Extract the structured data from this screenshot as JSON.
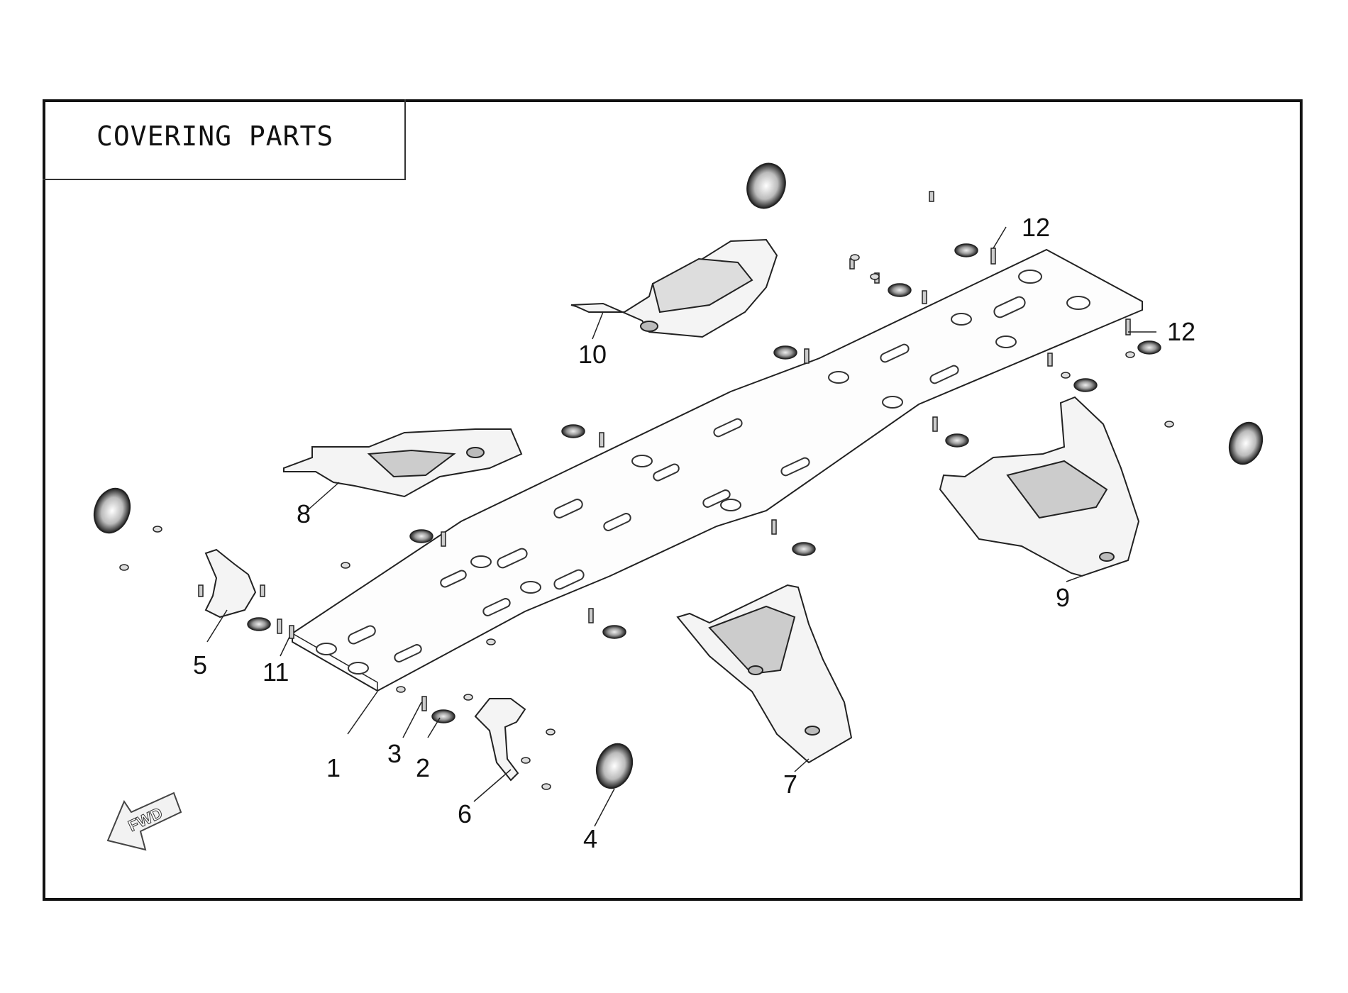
{
  "title": "COVERING PARTS",
  "direction_label": "FWD",
  "callouts": {
    "c1": "1",
    "c2": "2",
    "c3": "3",
    "c4": "4",
    "c5": "5",
    "c6": "6",
    "c7": "7",
    "c8": "8",
    "c9": "9",
    "c10": "10",
    "c11": "11",
    "c12a": "12",
    "c12b": "12"
  }
}
